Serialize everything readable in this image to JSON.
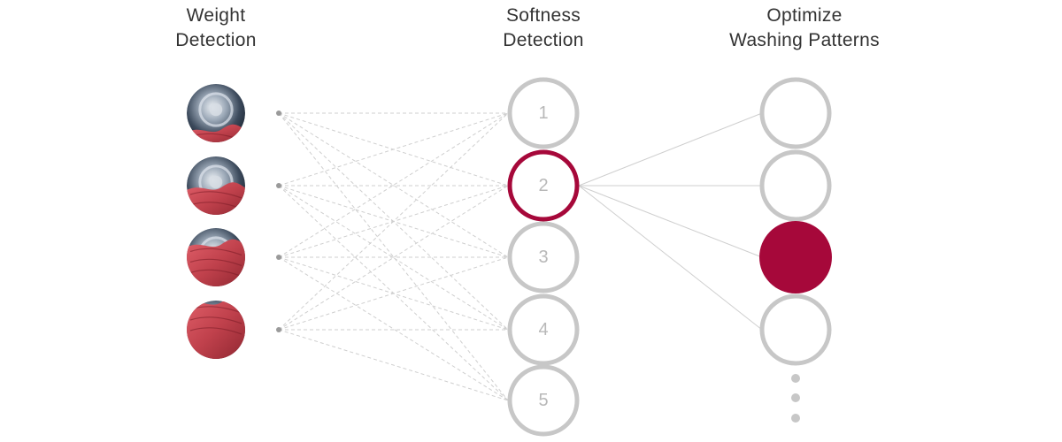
{
  "columns": {
    "weight": {
      "line1": "Weight",
      "line2": "Detection"
    },
    "softness": {
      "line1": "Softness",
      "line2": "Detection"
    },
    "optimize": {
      "line1": "Optimize",
      "line2": "Washing Patterns"
    }
  },
  "weight_levels": [
    {
      "name": "weight-level-1",
      "fill": 0.25
    },
    {
      "name": "weight-level-2",
      "fill": 0.5
    },
    {
      "name": "weight-level-3",
      "fill": 0.75
    },
    {
      "name": "weight-level-4",
      "fill": 1.0
    }
  ],
  "softness_levels": [
    "1",
    "2",
    "3",
    "4",
    "5"
  ],
  "selected_softness": "2",
  "pattern_count_visible": 4,
  "selected_pattern_index": 3,
  "colors": {
    "accent": "#a6083a",
    "ring": "#c7c7c7",
    "label": "#b8b8b8",
    "dashed_line": "#cfcfcf",
    "solid_line": "#cfcfcf",
    "dot": "#9a9a9a",
    "fabric": "#c9454f"
  }
}
